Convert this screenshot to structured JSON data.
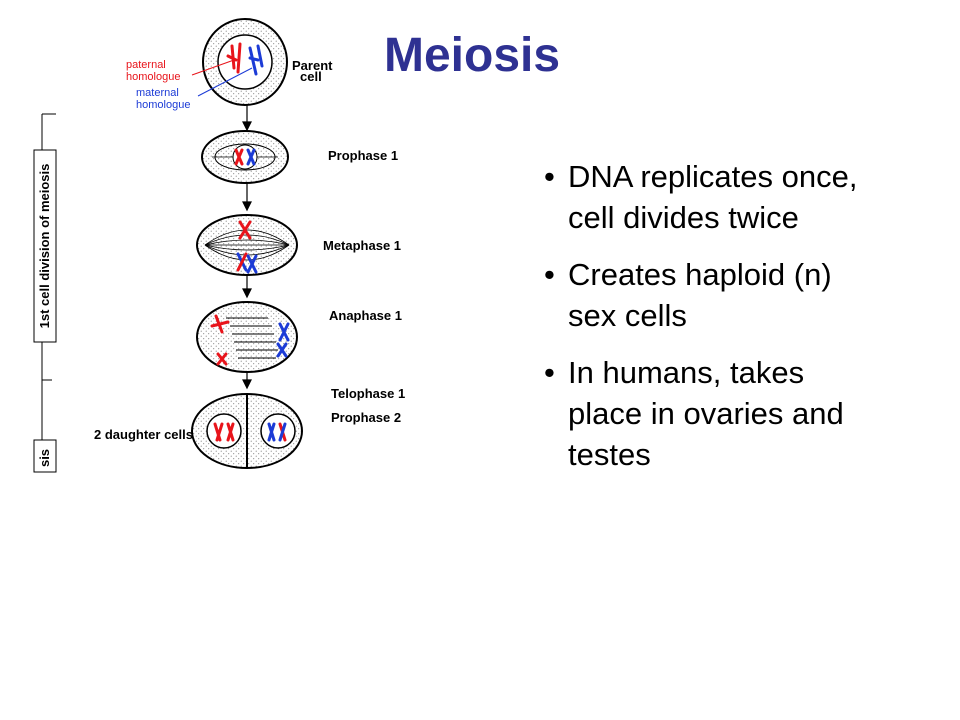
{
  "title": "Meiosis",
  "bullets": [
    "DNA replicates once, cell divides twice",
    "Creates haploid (n) sex cells",
    "In humans, takes place in ovaries and testes"
  ],
  "diagram": {
    "labels": {
      "paternal": [
        "paternal",
        "homologue"
      ],
      "maternal": [
        "maternal",
        "homologue"
      ],
      "parent": [
        "Parent",
        "cell"
      ],
      "prophase1": "Prophase 1",
      "metaphase1": "Metaphase 1",
      "anaphase1": "Anaphase 1",
      "telophase1": "Telophase 1",
      "prophase2": "Prophase 2",
      "daughter": "2 daughter cells",
      "first_division": "1st cell division of meiosis",
      "second_division_fragment": "sis"
    },
    "colors": {
      "paternal": "#e8141b",
      "maternal": "#1c3bd6",
      "title": "#2e3192"
    }
  }
}
